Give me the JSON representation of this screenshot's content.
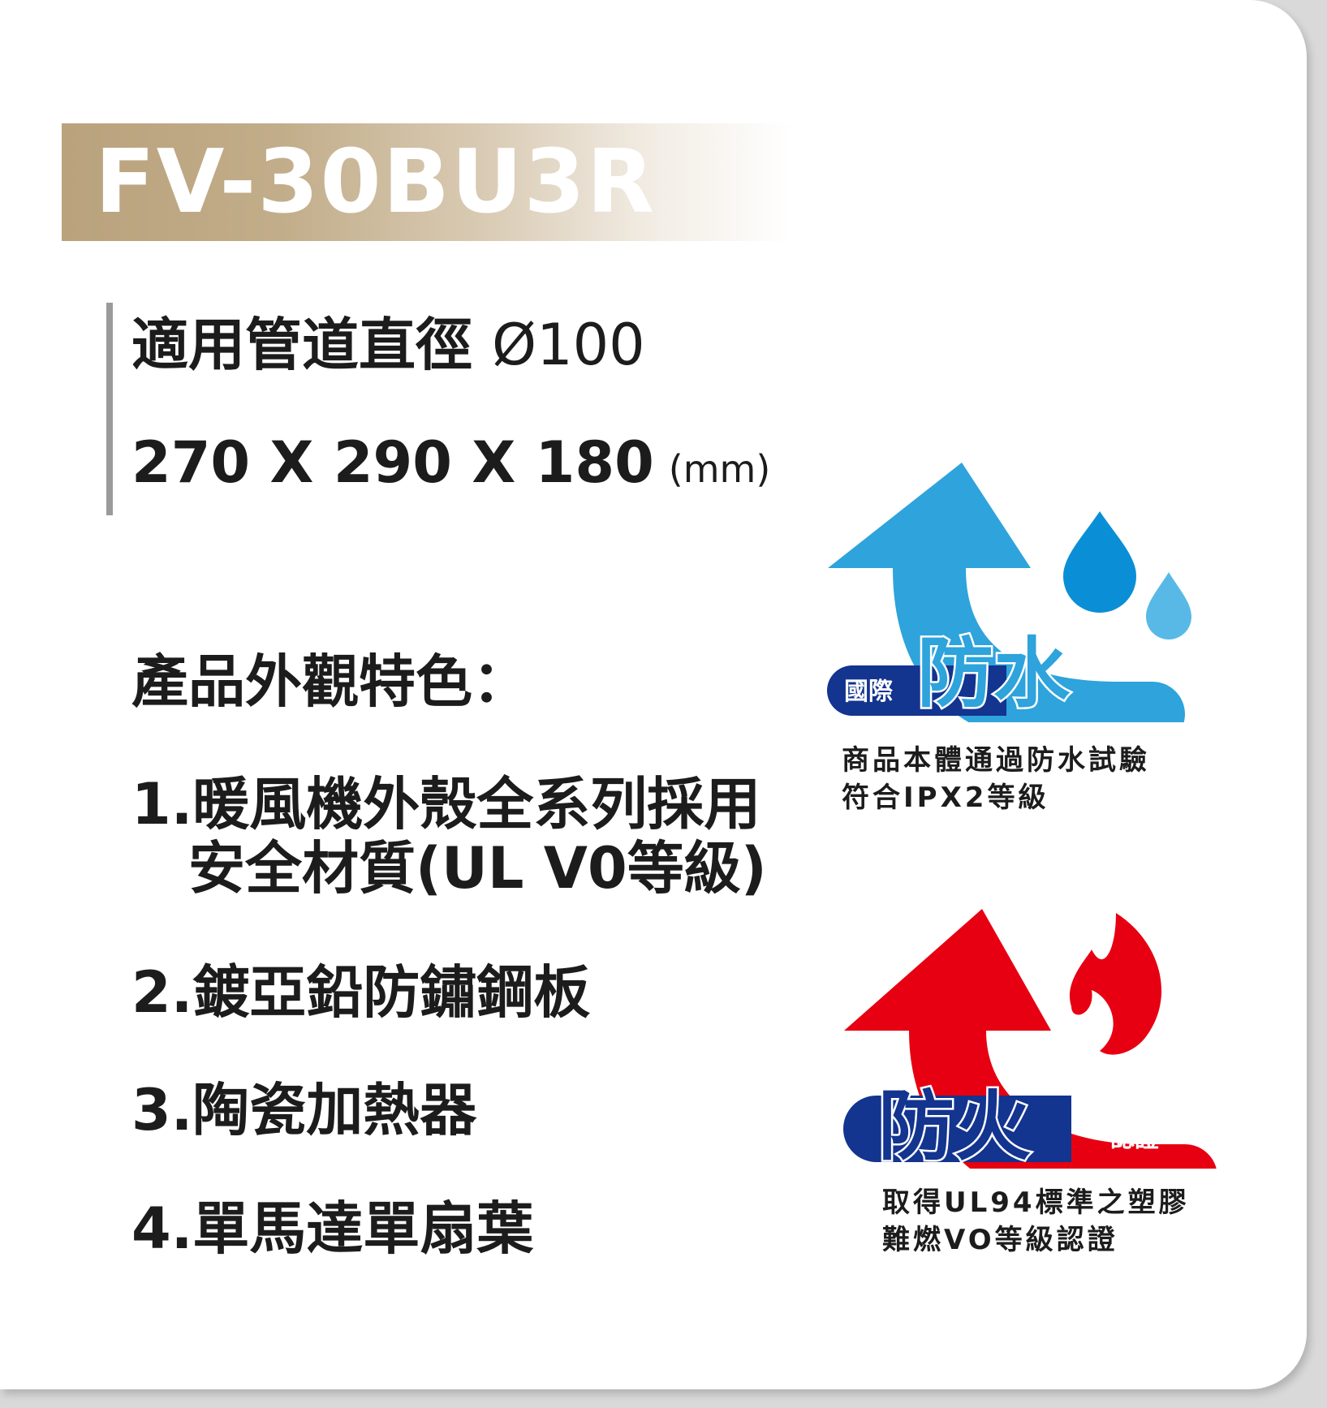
{
  "model": "FV-30BU3R",
  "specs": {
    "duct_label": "適用管道直徑",
    "duct_value": "Ø100",
    "dimensions": "270 X 290 X 180",
    "dimensions_unit": "(mm)"
  },
  "features": {
    "title": "產品外觀特色：",
    "items": [
      "1.暖風機外殼全系列採用",
      "安全材質(UL V0等級)",
      "2.鍍亞鉛防鏽鋼板",
      "3.陶瓷加熱器",
      "4.單馬達單扇葉"
    ]
  },
  "badges": {
    "water": {
      "small_label": "國際",
      "big_label": "防水",
      "caption_line1": "商品本體通過防水試驗",
      "caption_line2": "符合IPX2等級",
      "color_light": "#2ea3dc",
      "color_dark": "#13348f",
      "icon": "water-drop-icon"
    },
    "fire": {
      "small_label": "認證",
      "big_label": "防火",
      "caption_line1": "取得UL94標準之塑膠",
      "caption_line2": "難燃VO等級認證",
      "color_red": "#e60012",
      "color_dark": "#13348f",
      "icon": "flame-icon"
    }
  }
}
